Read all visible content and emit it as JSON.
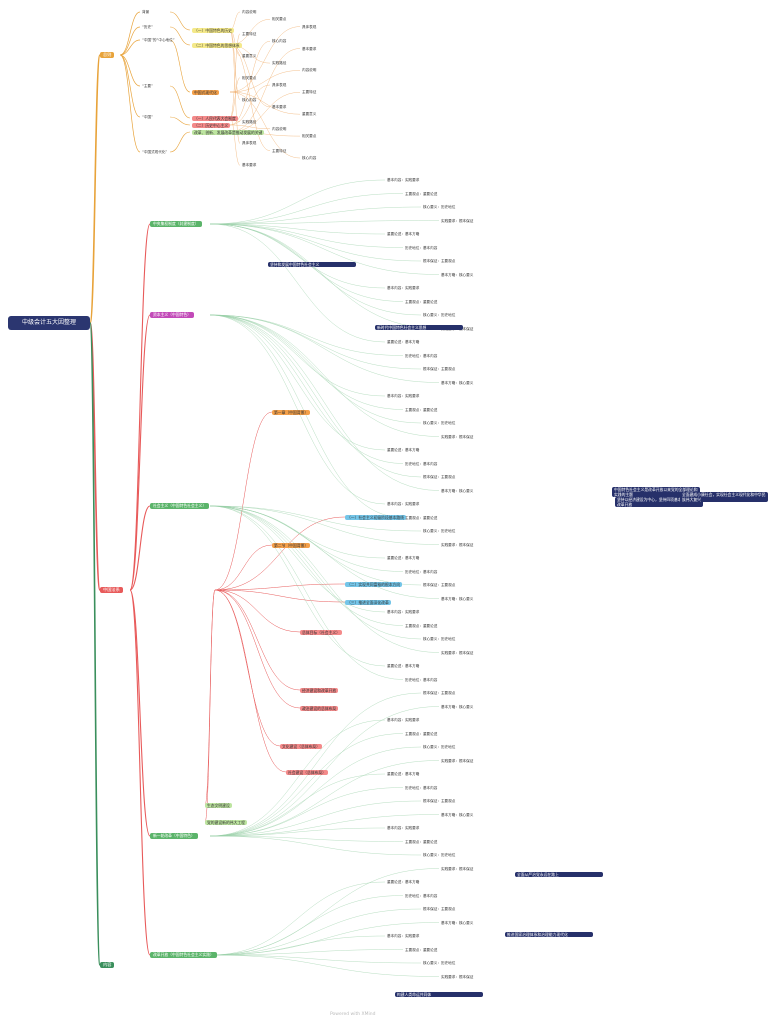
{
  "root": {
    "title": "中级会计五大因整理"
  },
  "branches": [
    {
      "id": "b1",
      "label": "总则",
      "color": "#e8a33a"
    },
    {
      "id": "b2",
      "label": "中国法系",
      "color": "#e85a5a"
    },
    {
      "id": "b3",
      "label": "内容",
      "color": "#3a8f5c"
    }
  ],
  "sections": [
    {
      "id": "s1",
      "label": "中央集权制度（封建制度）",
      "color": "#5bb46a"
    },
    {
      "id": "s2",
      "label": "资本主义（中国特色）",
      "color": "#c24ab8"
    },
    {
      "id": "s3",
      "label": "社会主义（中国特色社会主义）",
      "color": "#5bb46a"
    },
    {
      "id": "s4",
      "label": "新一轮改革（中国特色）",
      "color": "#5bb46a"
    },
    {
      "id": "s5",
      "label": "改革开放（中国特色社会主义实践）",
      "color": "#5bb46a"
    }
  ],
  "top_labels": [
    "背景",
    "“历史”",
    "“中国”的“中心地位”",
    "“主要”",
    "“中国”",
    "“中国式现代化”"
  ],
  "top_boxes": [
    {
      "text": "（一）中国特色的历史",
      "color": "#f4e98a"
    },
    {
      "text": "（二）中国特色的思想体系",
      "color": "#f4e98a"
    },
    {
      "text": "中国式现代化",
      "color": "#f4a04a"
    },
    {
      "text": "（一）人民代表大会制度",
      "color": "#f48a8a"
    },
    {
      "text": "（二）历史中心主义",
      "color": "#f48a8a"
    },
    {
      "text": "改革、创新、发展改革是推动发展的关键",
      "color": "#bde5a0"
    }
  ],
  "mid_boxes": [
    {
      "text": "第一章（中国背景）",
      "color": "#f4a04a"
    },
    {
      "text": "第二节（中国背景）",
      "color": "#f4a04a"
    },
    {
      "text": "（一）社会主义初级阶段基本路线",
      "color": "#74c5e8"
    },
    {
      "text": "（二）实现共同富裕的根本方向",
      "color": "#74c5e8"
    },
    {
      "text": "（三）推进全面深化改革",
      "color": "#74c5e8"
    },
    {
      "text": "总体目标（社会主义）",
      "color": "#f48a8a"
    },
    {
      "text": "经济建设和改革开放",
      "color": "#f48a8a"
    },
    {
      "text": "政治建设的总体布局",
      "color": "#f48a8a"
    },
    {
      "text": "文化建设（总体布局）",
      "color": "#f48a8a"
    },
    {
      "text": "社会建设（总体布局）",
      "color": "#f48a8a"
    },
    {
      "text": "生态文明建设",
      "color": "#bde5a0"
    },
    {
      "text": "党的建设新的伟大工程",
      "color": "#bde5a0"
    }
  ],
  "dark_notes": [
    "中国特色社会主义是改革开放以来党的全部理论和实践的主题",
    "坚持以经济建设为中心，坚持四项基本原则，坚持改革开放",
    "全面建成小康社会，实现社会主义现代化和中华民族伟大复兴",
    "新时代中国特色社会主义思想",
    "坚持和发展中国特色社会主义",
    "推进国家治理体系和治理能力现代化",
    "全面从严治党永远在路上",
    "构建人类命运共同体"
  ],
  "watermark": "Powered with XMind"
}
